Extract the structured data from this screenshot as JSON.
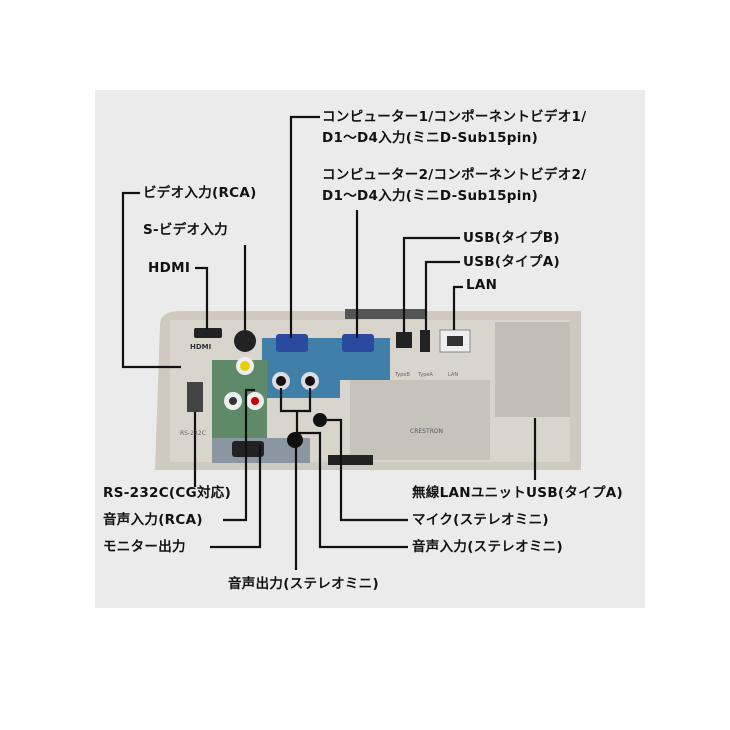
{
  "labels": {
    "computer1_line1": "コンピューター1/コンポーネントビデオ1/",
    "computer1_line2": "D1～D4入力(ミニD-Sub15pin)",
    "computer2_line1": "コンピューター2/コンポーネントビデオ2/",
    "computer2_line2": "D1～D4入力(ミニD-Sub15pin)",
    "video_rca": "ビデオ入力(RCA)",
    "s_video": "S-ビデオ入力",
    "hdmi": "HDMI",
    "usb_b": "USB(タイプB)",
    "usb_a": "USB(タイプA)",
    "lan": "LAN",
    "rs232c": "RS-232C(CG対応)",
    "audio_in_rca": "音声入力(RCA)",
    "monitor_out": "モニター出力",
    "audio_out": "音声出力(ステレオミニ)",
    "wireless_lan_usb": "無線LANユニットUSB(タイプA)",
    "mic": "マイク(ステレオミニ)",
    "audio_in_mini": "音声入力(ステレオミニ)"
  },
  "panel_text": {
    "hdmi": "HDMI",
    "rs232c": "RS-232C",
    "crestron": "CRESTRON",
    "type_b": "TypeB",
    "type_a": "TypeA",
    "lan": "LAN"
  },
  "colors": {
    "background": "#ebebeb",
    "panel": "#d9d4cc",
    "blue": "#3f7fa8",
    "green": "#5e8a6a",
    "grey": "#8a97a3"
  }
}
